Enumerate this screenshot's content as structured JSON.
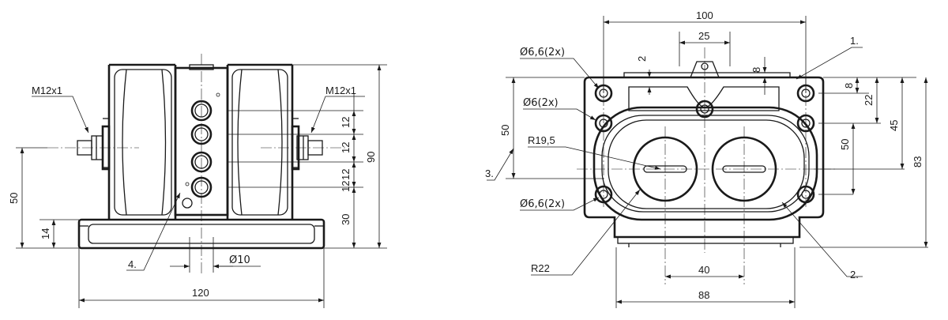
{
  "left_view": {
    "thread_left": "M12x1",
    "thread_right": "M12x1",
    "pitch_1": "12",
    "pitch_2": "12",
    "pitch_3": "12",
    "pitch_4": "12",
    "height_30": "30",
    "height_90": "90",
    "height_50": "50",
    "base_14": "14",
    "bore": "Ø10",
    "width_120": "120",
    "callout_4": "4."
  },
  "right_view": {
    "width_100": "100",
    "width_25": "25",
    "hole_top": "Ø6,6(2x)",
    "hole_mid": "Ø6(2x)",
    "hole_bottom": "Ø6,6(2x)",
    "dim_2": "2",
    "dim_8_top": "8",
    "dim_8_side": "8",
    "dim_22": "22",
    "dim_45": "45",
    "dim_50_right": "50",
    "dim_83": "83",
    "dim_50_left": "50",
    "radius_19": "R19,5",
    "radius_22": "R22",
    "width_40": "40",
    "width_88": "88",
    "callout_1": "1.",
    "callout_2": "2.",
    "callout_3": "3."
  }
}
